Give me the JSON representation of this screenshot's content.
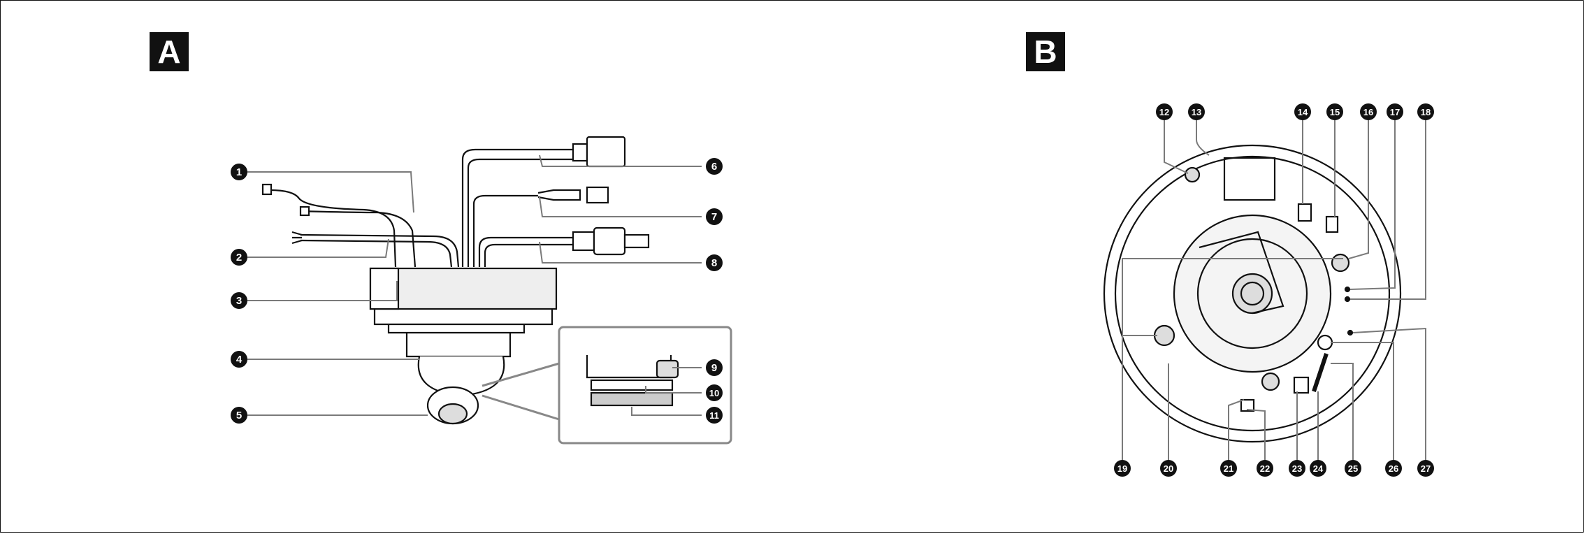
{
  "panels": {
    "a_label": "A",
    "b_label": "B"
  },
  "callouts_a": [
    "1",
    "2",
    "3",
    "4",
    "5",
    "6",
    "7",
    "8",
    "9",
    "10",
    "11"
  ],
  "callouts_b": [
    "12",
    "13",
    "14",
    "15",
    "16",
    "17",
    "18",
    "19",
    "20",
    "21",
    "22",
    "23",
    "24",
    "25",
    "26",
    "27"
  ],
  "colors": {
    "ink": "#111111",
    "leader": "#7a7a7a",
    "callout_fill": "#111111",
    "housing": "#eeeeee",
    "background": "#ffffff"
  }
}
